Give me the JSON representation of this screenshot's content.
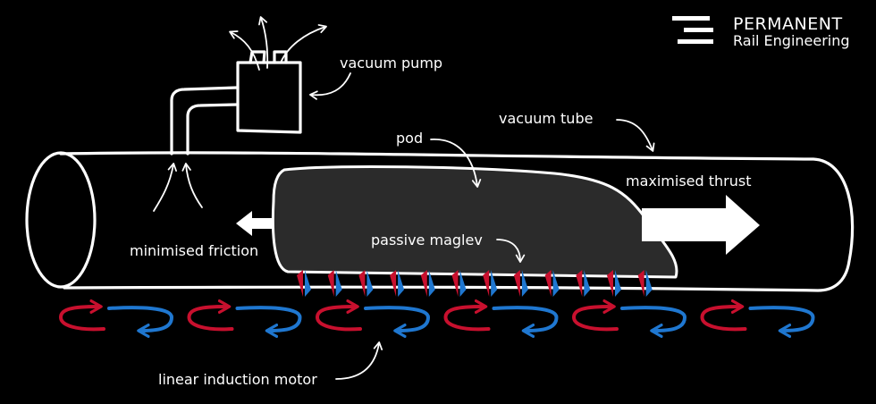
{
  "logo": {
    "line1": "PERMANENT",
    "line2": "Rail Engineering"
  },
  "labels": {
    "vacuum_pump": "vacuum pump",
    "vacuum_tube": "vacuum tube",
    "pod": "pod",
    "maximised_thrust": "maximised thrust",
    "minimised_friction": "minimised friction",
    "passive_maglev": "passive maglev",
    "linear_induction_motor": "linear induction motor"
  },
  "colors": {
    "background": "#000000",
    "line": "#ffffff",
    "pod_fill": "#2b2b2b",
    "red": "#c8102e",
    "blue": "#1f77d0"
  },
  "magnet_count": 12,
  "motor_loop_count": 6
}
